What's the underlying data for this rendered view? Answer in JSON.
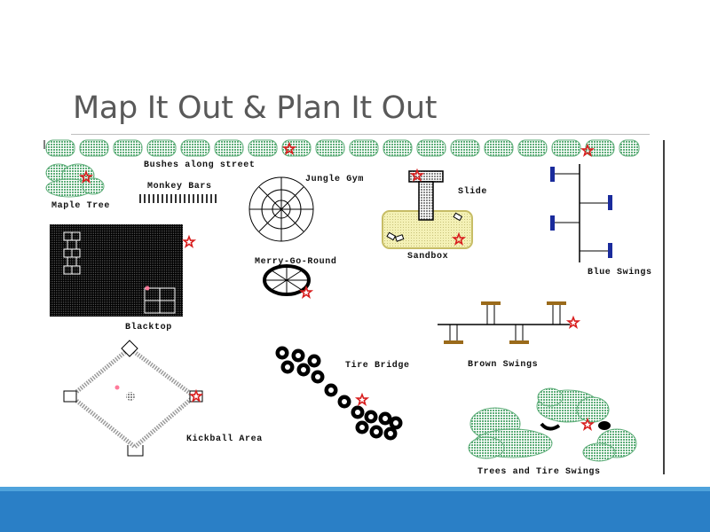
{
  "slide": {
    "title": "Map It Out & Plan It Out"
  },
  "map": {
    "labels": {
      "bushes": "Bushes along street",
      "maple": "Maple Tree",
      "monkey_bars": "Monkey Bars",
      "jungle_gym": "Jungle Gym",
      "slide": "Slide",
      "sandbox": "Sandbox",
      "blue_swings": "Blue Swings",
      "blacktop": "Blacktop",
      "merry": "Merry-Go-Round",
      "brown_swings": "Brown Swings",
      "tire_bridge": "Tire Bridge",
      "kickball": "Kickball Area",
      "trees_tire": "Trees and Tire Swings"
    },
    "colors": {
      "bush_green": "#5fae7a",
      "star_red": "#d81e1e",
      "blue_swing": "#1a2b9c",
      "brown_swing": "#9a6a1a",
      "sand": "#f4f1b6",
      "footer_blue": "#2a7fc6",
      "footer_light": "#4fa3dc"
    },
    "icons": [
      "star-marker-icon",
      "bush-icon",
      "tire-icon"
    ]
  }
}
